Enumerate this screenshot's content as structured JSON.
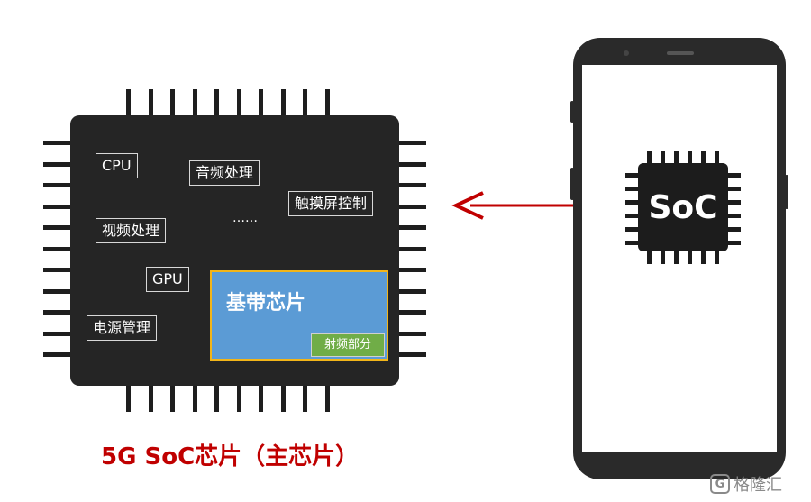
{
  "chip": {
    "blocks": {
      "cpu": "CPU",
      "audio": "音频处理",
      "touch": "触摸屏控制",
      "video": "视频处理",
      "ellipsis": "……",
      "gpu": "GPU",
      "power": "电源管理"
    },
    "baseband": "基带芯片",
    "rf": "射频部分",
    "caption": "5G SoC芯片（主芯片）"
  },
  "phone": {
    "soc_label": "SoC"
  },
  "watermark": {
    "text": "格隆汇",
    "logo_glyph": "G"
  },
  "colors": {
    "chip_body": "#252525",
    "baseband": "#5b9bd5",
    "baseband_border": "#f2b519",
    "rf": "#70ad47",
    "caption": "#c00000",
    "arrow": "#c00000"
  }
}
